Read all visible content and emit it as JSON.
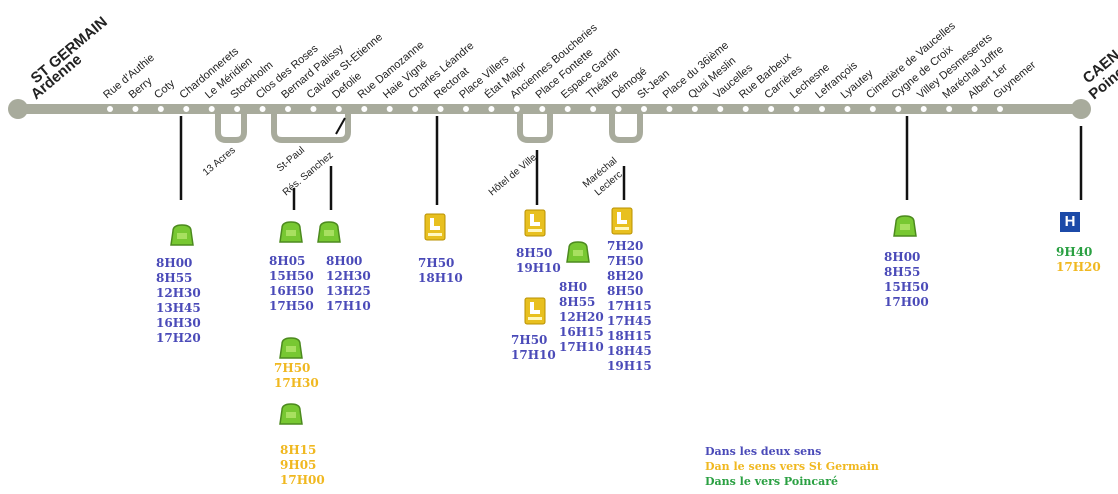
{
  "terminals": {
    "left": {
      "line1": "ST GERMAIN",
      "line2": "Ardenne"
    },
    "right": {
      "line1": "CAEN",
      "line2": "Poinca"
    }
  },
  "stops": [
    "Rue d'Authie",
    "Berry",
    "Coty",
    "Chardonnerets",
    "Le Méridien",
    "Stockholm",
    "Clos des Roses",
    "Bernard Palissy",
    "Calvaire St-Etienne",
    "Defolie",
    "Rue Damozanne",
    "Haie Vigné",
    "Charles Léandre",
    "Rectorat",
    "Place Villers",
    "État Major",
    "Anciennes Boucheries",
    "Place Fontette",
    "Espace Gardin",
    "Théâtre",
    "Démogé",
    "St-Jean",
    "Place du 36ième",
    "Quai Meslin",
    "Vaucelles",
    "Rue Barbeux",
    "Carrières",
    "Lechesne",
    "Lefrançois",
    "Lyautey",
    "Cimetière de Vaucelles",
    "Cygne de Croix",
    "Villey Desmeserets",
    "Maréchal Joffre",
    "Albert 1er",
    "Guynemer"
  ],
  "branch_stops": {
    "acres": "13 Acres",
    "stpaul": "St-Paul",
    "sanchez": "Rés. Sanchez",
    "hotelville": "Hôtel de Ville",
    "leclerc_1": "Maréchal",
    "leclerc_2": "Leclerc"
  },
  "icons": [
    "bag-icon",
    "school-icon",
    "hospital-icon"
  ],
  "hospital": "H",
  "schedules": {
    "chardonnerets": "8H00\n8H55\n12H30\n13H45\n16H30\n17H20",
    "stpaul_both": "8H05\n15H50\n16H50\n17H50",
    "stpaul_stg1": "7H50\n17H30",
    "stpaul_stg2": "8H15\n9H05\n17H00",
    "sanchez": "8H00\n12H30\n13H25\n17H10",
    "rectorat": "7H50\n18H10",
    "hotelville_1": "8H50\n19H10",
    "hotelville_2": "7H50\n17H10",
    "hotelville_3": "8H0\n8H55\n12H20\n16H15\n17H10",
    "leclerc": "7H20\n7H50\n8H20\n8H50\n17H15\n17H45\n18H15\n18H45\n19H15",
    "vaucelles": "8H00\n8H55\n15H50\n17H00",
    "poincare_poin": "9H40",
    "poincare_stg": "17H20"
  },
  "legend": {
    "both": "Dans les deux sens",
    "stg": "Dan le sens vers St Germain",
    "poin": "Dans le vers Poincaré"
  },
  "colors": {
    "line": "#a8ab9c",
    "both": "#4a4ab8",
    "stg": "#f0b820",
    "poin": "#2aa042",
    "hospital": "#1c4aa8"
  }
}
